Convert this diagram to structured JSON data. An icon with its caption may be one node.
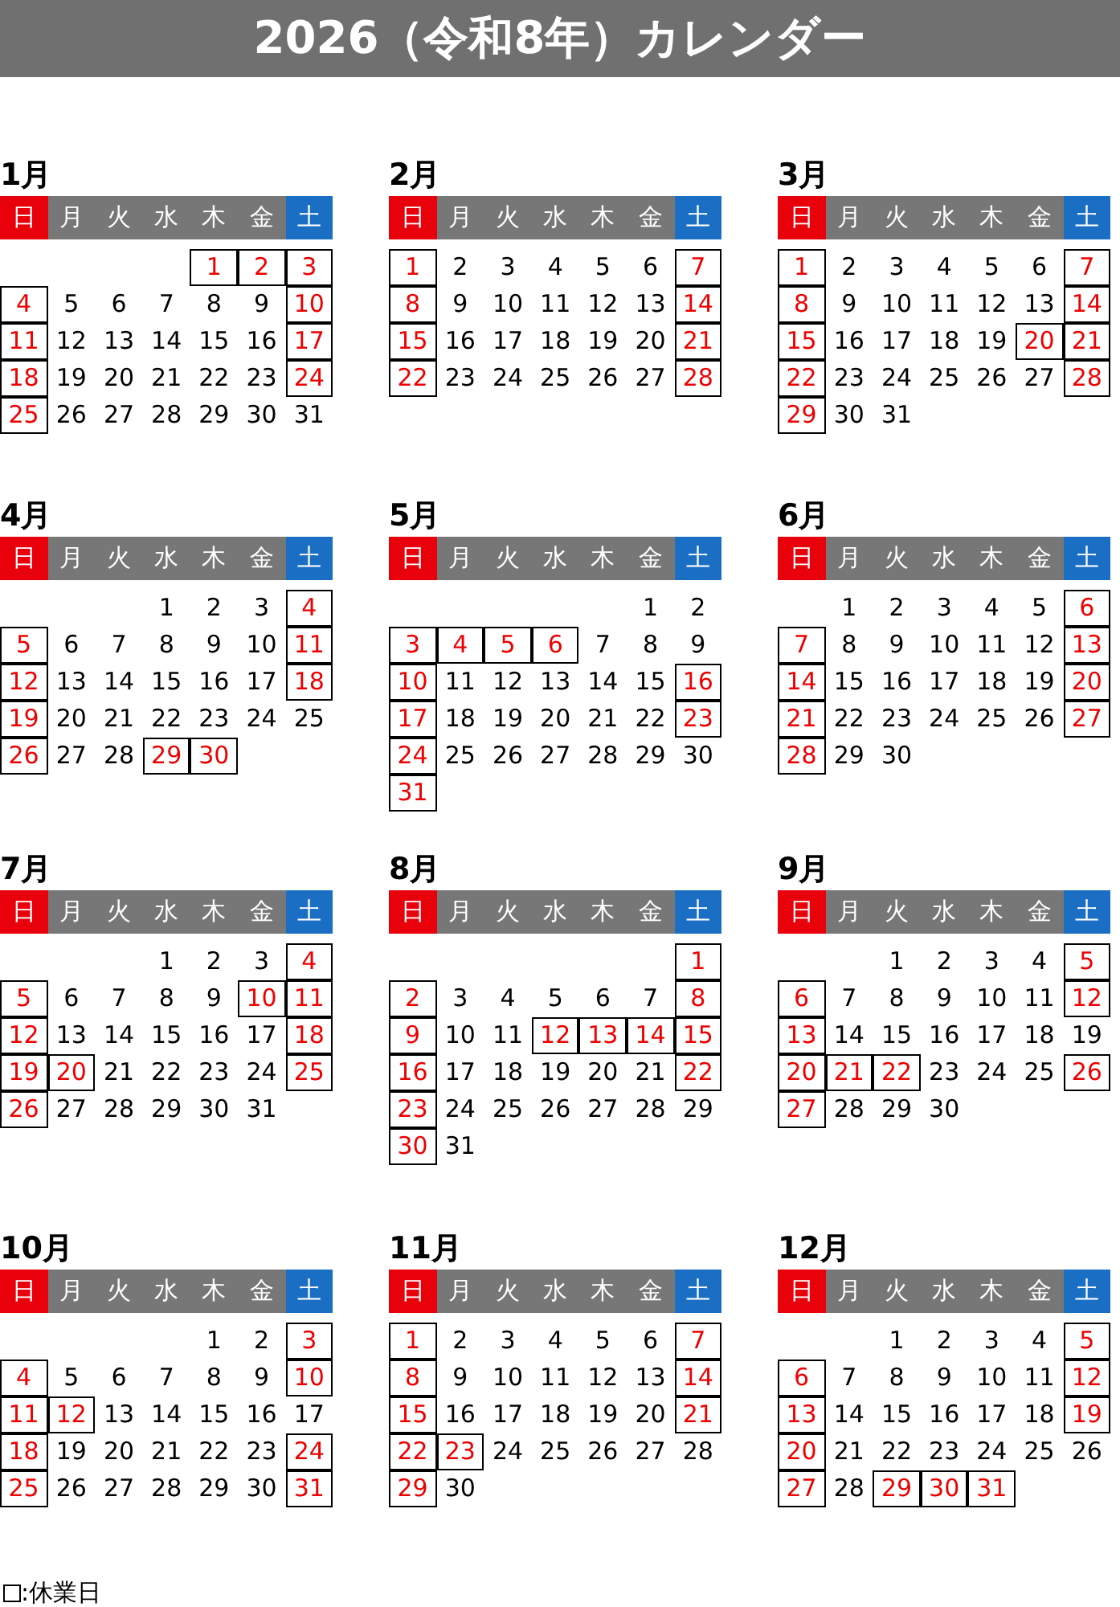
{
  "diagram": {
    "title": "2026（令和8年）カレンダー",
    "nodes": [
      {
        "text": [
          "1"
        ]
      },
      {
        "text": [
          "2"
        ]
      },
      {
        "text": [
          "3"
        ]
      },
      {
        "text": [
          "4"
        ]
      },
      {
        "text": [
          "10"
        ]
      },
      {
        "text": [
          "11"
        ]
      },
      {
        "text": [
          "17"
        ]
      },
      {
        "text": [
          "18"
        ]
      },
      {
        "text": [
          "24"
        ]
      },
      {
        "text": [
          "25"
        ]
      },
      {
        "text": [
          "1"
        ]
      },
      {
        "text": [
          "7"
        ]
      },
      {
        "text": [
          "8"
        ]
      },
      {
        "text": [
          "14"
        ]
      },
      {
        "text": [
          "15"
        ]
      },
      {
        "text": [
          "21"
        ]
      },
      {
        "text": [
          "22"
        ]
      },
      {
        "text": [
          "28"
        ]
      },
      {
        "text": [
          "1"
        ]
      },
      {
        "text": [
          "7"
        ]
      },
      {
        "text": [
          "8"
        ]
      },
      {
        "text": [
          "14"
        ]
      },
      {
        "text": [
          "15"
        ]
      },
      {
        "text": [
          "20"
        ]
      },
      {
        "text": [
          "21"
        ]
      },
      {
        "text": [
          "22"
        ]
      },
      {
        "text": [
          "28"
        ]
      },
      {
        "text": [
          "29"
        ]
      },
      {
        "text": [
          "4"
        ]
      },
      {
        "text": [
          "5"
        ]
      },
      {
        "text": [
          "11"
        ]
      },
      {
        "text": [
          "12"
        ]
      },
      {
        "text": [
          "18"
        ]
      },
      {
        "text": [
          "19"
        ]
      },
      {
        "text": [
          "26"
        ]
      },
      {
        "text": [
          "29"
        ]
      },
      {
        "text": [
          "30"
        ]
      },
      {
        "text": [
          "3"
        ]
      },
      {
        "text": [
          "4"
        ]
      },
      {
        "text": [
          "5"
        ]
      },
      {
        "text": [
          "6"
        ]
      },
      {
        "text": [
          "10"
        ]
      },
      {
        "text": [
          "16"
        ]
      },
      {
        "text": [
          "17"
        ]
      },
      {
        "text": [
          "23"
        ]
      },
      {
        "text": [
          "24"
        ]
      },
      {
        "text": [
          "31"
        ]
      },
      {
        "text": [
          "6"
        ]
      },
      {
        "text": [
          "7"
        ]
      },
      {
        "text": [
          "13"
        ]
      },
      {
        "text": [
          "14"
        ]
      },
      {
        "text": [
          "20"
        ]
      },
      {
        "text": [
          "21"
        ]
      },
      {
        "text": [
          "27"
        ]
      },
      {
        "text": [
          "28"
        ]
      },
      {
        "text": [
          "4"
        ]
      },
      {
        "text": [
          "5"
        ]
      },
      {
        "text": [
          "10"
        ]
      },
      {
        "text": [
          "11"
        ]
      },
      {
        "text": [
          "12"
        ]
      },
      {
        "text": [
          "18"
        ]
      },
      {
        "text": [
          "19"
        ]
      },
      {
        "text": [
          "20"
        ]
      },
      {
        "text": [
          "25"
        ]
      },
      {
        "text": [
          "26"
        ]
      },
      {
        "text": [
          "1"
        ]
      },
      {
        "text": [
          "2"
        ]
      },
      {
        "text": [
          "8"
        ]
      },
      {
        "text": [
          "9"
        ]
      },
      {
        "text": [
          "12"
        ]
      },
      {
        "text": [
          "13"
        ]
      },
      {
        "text": [
          "14"
        ]
      },
      {
        "text": [
          "15"
        ]
      },
      {
        "text": [
          "16"
        ]
      },
      {
        "text": [
          "22"
        ]
      },
      {
        "text": [
          "23"
        ]
      },
      {
        "text": [
          "30"
        ]
      },
      {
        "text": [
          "5"
        ]
      },
      {
        "text": [
          "6"
        ]
      },
      {
        "text": [
          "12"
        ]
      },
      {
        "text": [
          "13"
        ]
      },
      {
        "text": [
          "20"
        ]
      },
      {
        "text": [
          "21"
        ]
      },
      {
        "text": [
          "22"
        ]
      },
      {
        "text": [
          "26"
        ]
      },
      {
        "text": [
          "27"
        ]
      },
      {
        "text": [
          "3"
        ]
      },
      {
        "text": [
          "4"
        ]
      },
      {
        "text": [
          "10"
        ]
      },
      {
        "text": [
          "11"
        ]
      },
      {
        "text": [
          "12"
        ]
      },
      {
        "text": [
          "18"
        ]
      },
      {
        "text": [
          "24"
        ]
      },
      {
        "text": [
          "25"
        ]
      },
      {
        "text": [
          "31"
        ]
      },
      {
        "text": [
          "1"
        ]
      },
      {
        "text": [
          "7"
        ]
      },
      {
        "text": [
          "8"
        ]
      },
      {
        "text": [
          "14"
        ]
      },
      {
        "text": [
          "15"
        ]
      },
      {
        "text": [
          "21"
        ]
      },
      {
        "text": [
          "22"
        ]
      },
      {
        "text": [
          "23"
        ]
      },
      {
        "text": [
          "29"
        ]
      },
      {
        "text": [
          "5"
        ]
      },
      {
        "text": [
          "6"
        ]
      },
      {
        "text": [
          "12"
        ]
      },
      {
        "text": [
          "13"
        ]
      },
      {
        "text": [
          "19"
        ]
      },
      {
        "text": [
          "20"
        ]
      },
      {
        "text": [
          "27"
        ]
      },
      {
        "text": [
          "29"
        ]
      },
      {
        "text": [
          "30"
        ]
      },
      {
        "text": [
          "31"
        ]
      }
    ],
    "labels": [
      "1月",
      "日",
      "月",
      "火",
      "水",
      "木",
      "金",
      "土",
      "5",
      "6",
      "7",
      "8",
      "9",
      "12",
      "13",
      "14",
      "15",
      "16",
      "19",
      "20",
      "21",
      "22",
      "23",
      "26",
      "27",
      "28",
      "29",
      "30",
      "31",
      "2月",
      "日",
      "月",
      "火",
      "水",
      "木",
      "金",
      "土",
      "2",
      "3",
      "4",
      "5",
      "6",
      "9",
      "10",
      "11",
      "12",
      "13",
      "16",
      "17",
      "18",
      "19",
      "20",
      "23",
      "24",
      "25",
      "26",
      "27",
      "3月",
      "日",
      "月",
      "火",
      "水",
      "木",
      "金",
      "土",
      "2",
      "3",
      "4",
      "5",
      "6",
      "9",
      "10",
      "11",
      "12",
      "13",
      "16",
      "17",
      "18",
      "19",
      "23",
      "24",
      "25",
      "26",
      "27",
      "30",
      "31",
      "4月",
      "日",
      "月",
      "火",
      "水",
      "木",
      "金",
      "土",
      "1",
      "2",
      "3",
      "6",
      "7",
      "8",
      "9",
      "10",
      "13",
      "14",
      "15",
      "16",
      "17",
      "20",
      "21",
      "22",
      "23",
      "24",
      "25",
      "27",
      "28",
      "5月",
      "日",
      "月",
      "火",
      "水",
      "木",
      "金",
      "土",
      "1",
      "2",
      "7",
      "8",
      "9",
      "11",
      "12",
      "13",
      "14",
      "15",
      "18",
      "19",
      "20",
      "21",
      "22",
      "25",
      "26",
      "27",
      "28",
      "29",
      "30",
      "6月",
      "日",
      "月",
      "火",
      "水",
      "木",
      "金",
      "土",
      "1",
      "2",
      "3",
      "4",
      "5",
      "8",
      "9",
      "10",
      "11",
      "12",
      "15",
      "16",
      "17",
      "18",
      "19",
      "22",
      "23",
      "24",
      "25",
      "26",
      "29",
      "30",
      "7月",
      "日",
      "月",
      "火",
      "水",
      "木",
      "金",
      "土",
      "1",
      "2",
      "3",
      "6",
      "7",
      "8",
      "9",
      "13",
      "14",
      "15",
      "16",
      "17",
      "21",
      "22",
      "23",
      "24",
      "27",
      "28",
      "29",
      "30",
      "31",
      "8月",
      "日",
      "月",
      "火",
      "水",
      "木",
      "金",
      "土",
      "3",
      "4",
      "5",
      "6",
      "7",
      "10",
      "11",
      "17",
      "18",
      "19",
      "20",
      "21",
      "24",
      "25",
      "26",
      "27",
      "28",
      "29",
      "31",
      "9月",
      "日",
      "月",
      "火",
      "水",
      "木",
      "金",
      "土",
      "1",
      "2",
      "3",
      "4",
      "7",
      "8",
      "9",
      "10",
      "11",
      "14",
      "15",
      "16",
      "17",
      "18",
      "19",
      "23",
      "24",
      "25",
      "28",
      "29",
      "30",
      "10月",
      "日",
      "月",
      "火",
      "水",
      "木",
      "金",
      "土",
      "1",
      "2",
      "5",
      "6",
      "7",
      "8",
      "9",
      "13",
      "14",
      "15",
      "16",
      "17",
      "19",
      "20",
      "21",
      "22",
      "23",
      "26",
      "27",
      "28",
      "29",
      "30",
      "11月",
      "日",
      "月",
      "火",
      "水",
      "木",
      "金",
      "土",
      "2",
      "3",
      "4",
      "5",
      "6",
      "9",
      "10",
      "11",
      "12",
      "13",
      "16",
      "17",
      "18",
      "19",
      "20",
      "24",
      "25",
      "26",
      "27",
      "28",
      "30",
      "12月",
      "日",
      "月",
      "火",
      "水",
      "木",
      "金",
      "土",
      "1",
      "2",
      "3",
      "4",
      "7",
      "8",
      "9",
      "10",
      "11",
      "14",
      "15",
      "16",
      "17",
      "18",
      "21",
      "22",
      "23",
      "24",
      "25",
      "26",
      "28"
    ],
    "legend": [
      {
        "text": ":休業日"
      }
    ]
  }
}
